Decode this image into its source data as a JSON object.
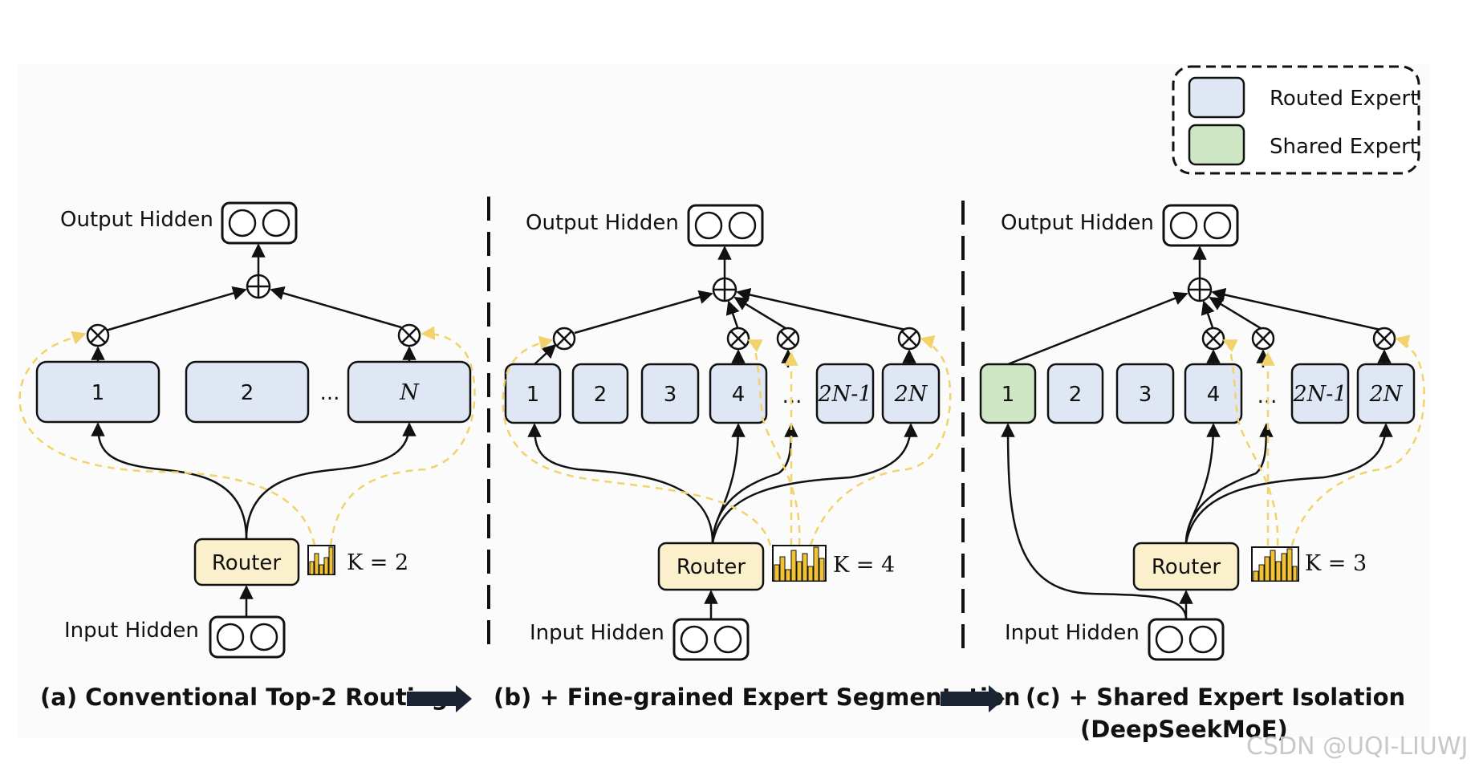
{
  "legend": {
    "items": [
      {
        "label": "Routed Expert",
        "color": "#dfe7f5"
      },
      {
        "label": "Shared Expert",
        "color": "#cfe6c4"
      }
    ]
  },
  "panels": [
    {
      "output_label": "Output Hidden",
      "input_label": "Input Hidden",
      "router_label": "Router",
      "k_label": "K = 2",
      "experts": [
        "1",
        "2",
        "N"
      ],
      "ellipsis": "...",
      "caption": "(a) Conventional Top-2 Routing"
    },
    {
      "output_label": "Output Hidden",
      "input_label": "Input Hidden",
      "router_label": "Router",
      "k_label": "K = 4",
      "experts": [
        "1",
        "2",
        "3",
        "4",
        "2N-1",
        "2N"
      ],
      "ellipsis": "...",
      "caption": "(b) + Fine-grained Expert Segmentation"
    },
    {
      "output_label": "Output Hidden",
      "input_label": "Input Hidden",
      "router_label": "Router",
      "k_label": "K = 3",
      "experts": [
        "1",
        "2",
        "3",
        "4",
        "2N-1",
        "2N"
      ],
      "ellipsis": "...",
      "caption_line1": "(c) + Shared Expert Isolation",
      "caption_line2": "(DeepSeekMoE)"
    }
  ],
  "colors": {
    "routed_expert": "#dfe7f5",
    "shared_expert": "#cfe6c4",
    "router": "#fbf0cc",
    "dashed_routing": "#f2d36b",
    "bar_fill": "#f1c232"
  },
  "watermark": "CSDN @UQI-LIUWJ"
}
